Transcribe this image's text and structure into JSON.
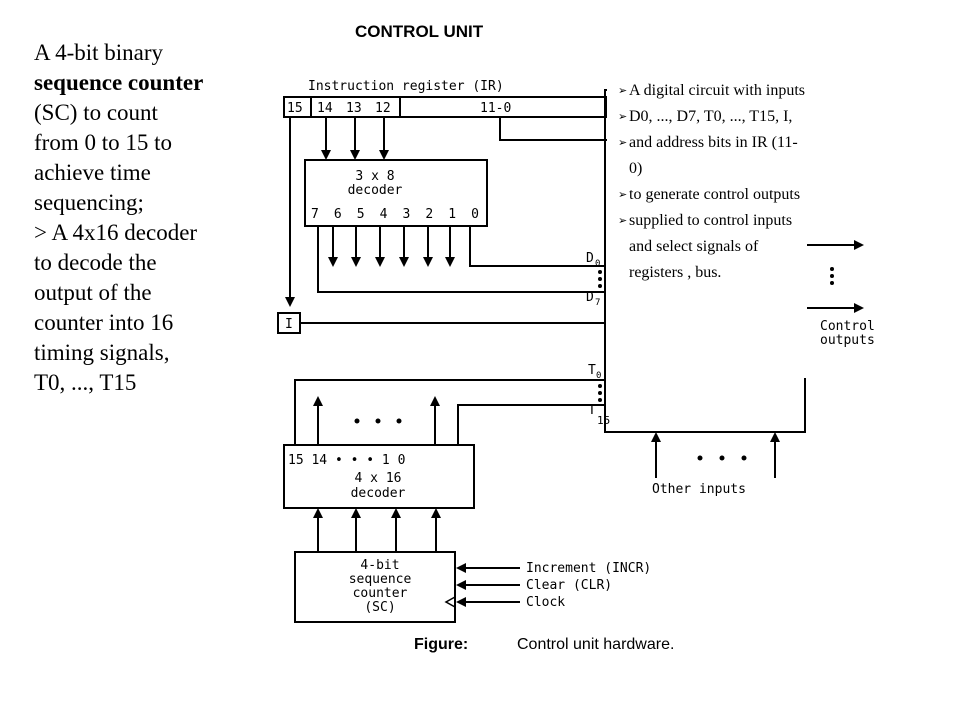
{
  "slide": {
    "title": "CONTROL UNIT"
  },
  "left_text": {
    "line1": "A 4-bit binary",
    "bold": "sequence counter",
    "line3": "(SC) to count",
    "line4": "from 0 to 15 to",
    "line5": "achieve time",
    "line6": "sequencing;",
    "line7": "> A 4x16 decoder",
    "line8": "to decode the",
    "line9": "output of the",
    "line10": "counter into 16",
    "line11": "timing signals,",
    "line12": "T0, ..., T15"
  },
  "callout": {
    "items": [
      "A digital circuit with inputs",
      "D0, ..., D7, T0, ..., T15, I,",
      "and address bits in IR (11-0)",
      "to generate control outputs",
      "supplied to control inputs and select signals of registers , bus."
    ]
  },
  "diagram": {
    "ir_label": "Instruction register (IR)",
    "ir_bits": [
      "15",
      "14",
      "13",
      "12",
      "11-0"
    ],
    "dec3x8_title_1": "3 x 8",
    "dec3x8_title_2": "decoder",
    "dec3x8_outputs": "7 6 5 4 3 2 1 0",
    "d0_label": "D",
    "d0_sub": "0",
    "d7_label": "D",
    "d7_sub": "7",
    "i_label": "I",
    "t0_label": "T",
    "t0_sub": "0",
    "t15_label": "T",
    "t15_sub": "15",
    "dec4x16_outputs": "15 14 • • •  1  0",
    "dec4x16_title_1": "4 x 16",
    "dec4x16_title_2": "decoder",
    "sc_1": "4-bit",
    "sc_2": "sequence",
    "sc_3": "counter",
    "sc_4": "(SC)",
    "incr": "Increment (INCR)",
    "clr": "Clear (CLR)",
    "clock": "Clock",
    "control_outputs_1": "Control",
    "control_outputs_2": "outputs",
    "other_inputs": "Other inputs",
    "figure_prefix": "Figure:",
    "figure_caption": "Control unit hardware."
  }
}
